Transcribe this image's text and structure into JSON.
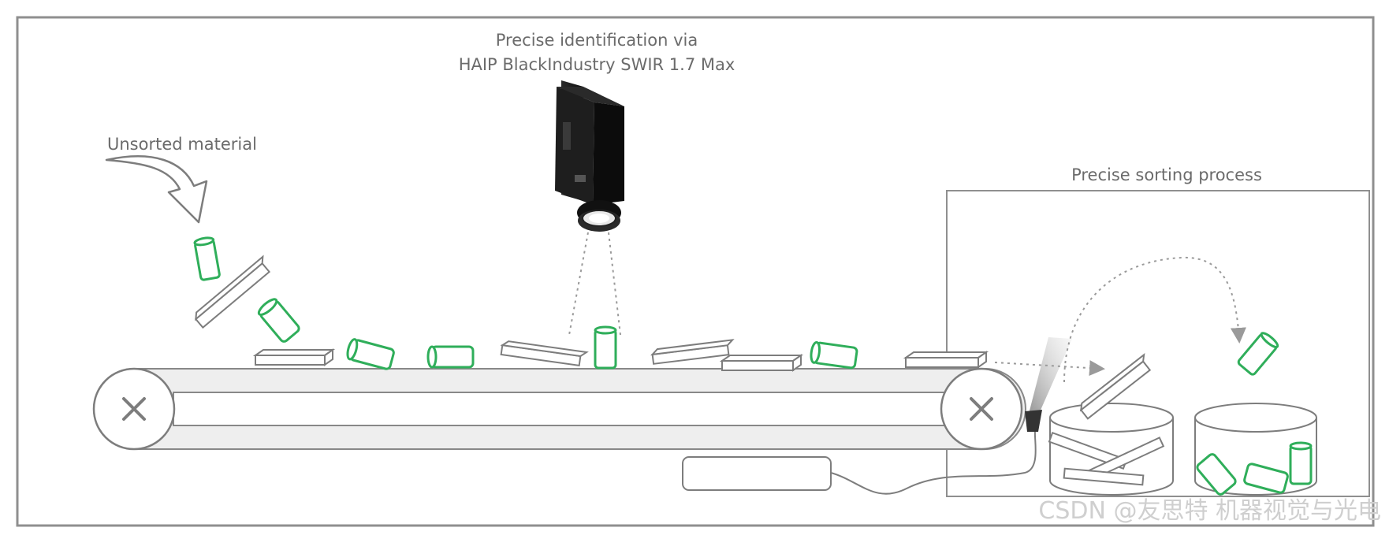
{
  "labels": {
    "camera_line1": "Precise identification via",
    "camera_line2": "HAIP BlackIndustry SWIR 1.7 Max",
    "unsorted": "Unsorted material",
    "sorting": "Precise sorting process"
  },
  "watermark": "CSDN @友思特 机器视觉与光电",
  "icons": {
    "conveyor_roller": "x-mark",
    "camera": "swir-camera",
    "feed_arrow": "curved-arrow"
  },
  "colors": {
    "accepted_item": "#2fae5a",
    "rejected_item": "#7d7d7d",
    "camera_body": "#1e1e1e"
  }
}
